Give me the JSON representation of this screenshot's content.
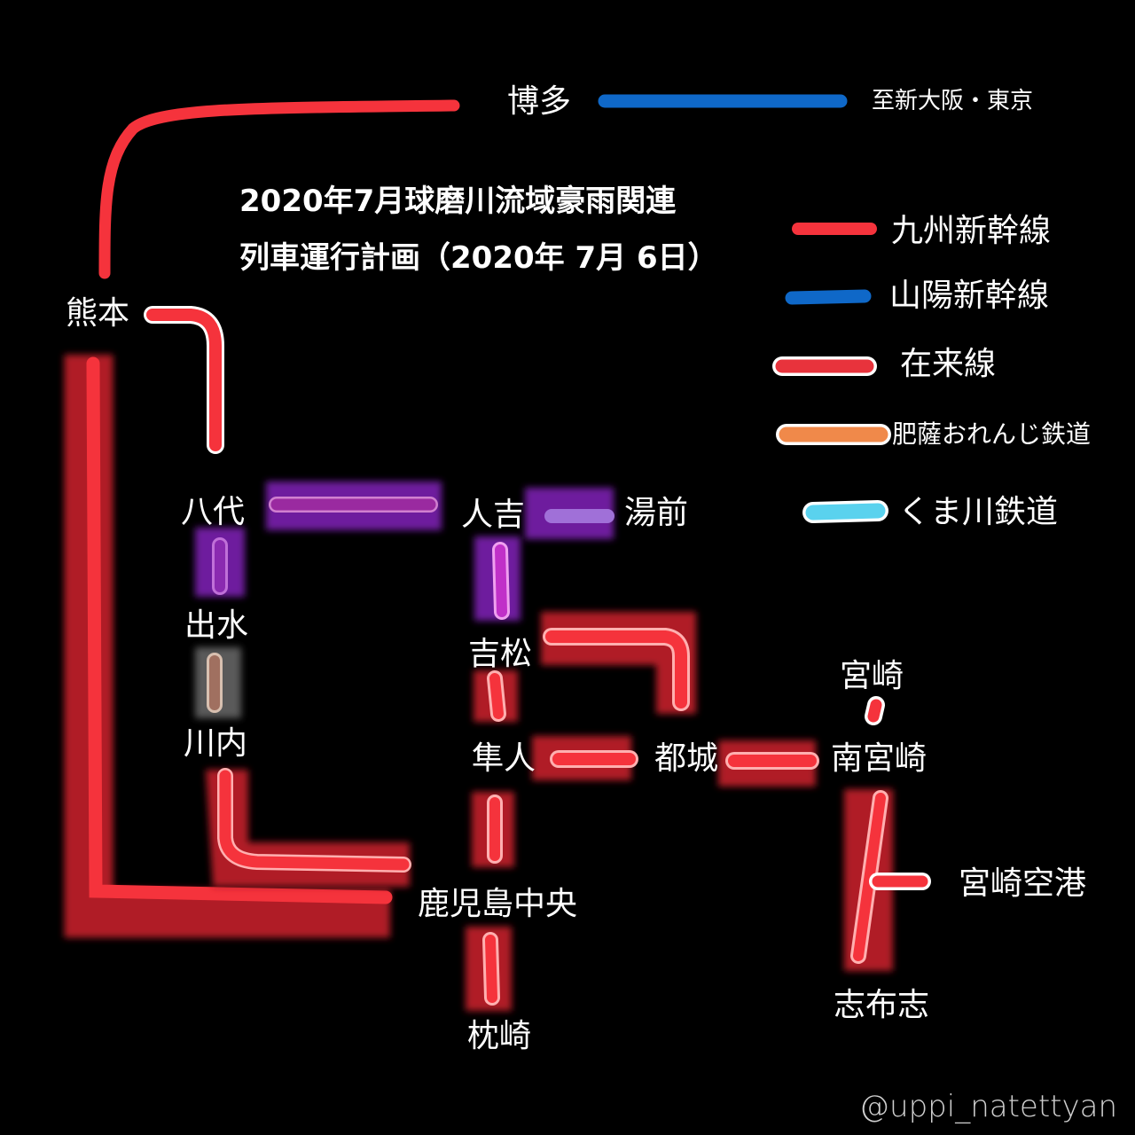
{
  "title": {
    "line1": "2020年7月球磨川流域豪雨関連",
    "line2": "列車運行計画（2020年 7月 6日）"
  },
  "colors": {
    "kyushu_shinkansen": "#f5333c",
    "sanyo_shinkansen": "#0f68c8",
    "conventional": "#f5333c",
    "hisatsu_orange": "#f0894a",
    "kuma_river": "#5ad2ee",
    "suspended_purple": "#7a1fa8",
    "suspended_gray": "#5a5a5a"
  },
  "legend": [
    {
      "label": "九州新幹線",
      "type": "kyushu_shinkansen"
    },
    {
      "label": "山陽新幹線",
      "type": "sanyo_shinkansen"
    },
    {
      "label": "在来線",
      "type": "conventional"
    },
    {
      "label": "肥薩おれんじ鉄道",
      "type": "hisatsu_orange"
    },
    {
      "label": "くま川鉄道",
      "type": "kuma_river"
    }
  ],
  "stations": {
    "hakata": "博多",
    "to_osaka_tokyo": "至新大阪・東京",
    "kumamoto": "熊本",
    "yatsushiro": "八代",
    "hitoyoshi": "人吉",
    "yunomae": "湯前",
    "izumi": "出水",
    "yoshimatsu": "吉松",
    "sendai": "川内",
    "hayato": "隼人",
    "miyakonojo": "都城",
    "miyazaki": "宮崎",
    "minami_miyazaki": "南宮崎",
    "kagoshima_chuo": "鹿児島中央",
    "miyazaki_airport": "宮崎空港",
    "makurazaki": "枕崎",
    "shibushi": "志布志"
  },
  "watermark": "@uppi_natettyan"
}
